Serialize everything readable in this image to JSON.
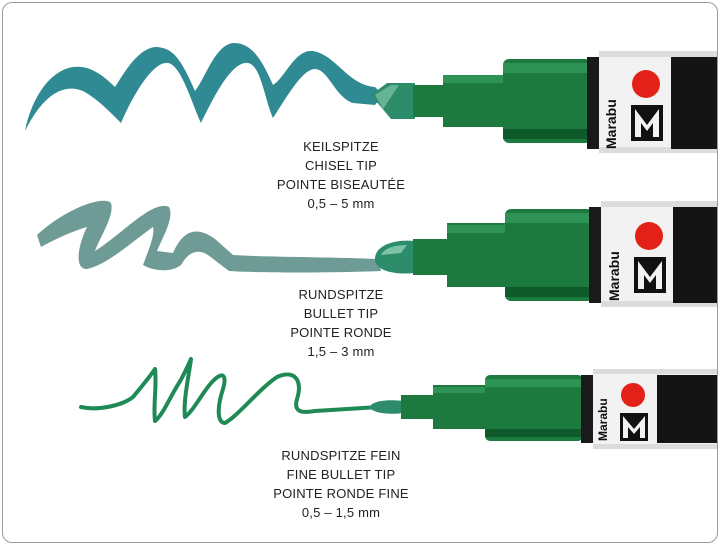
{
  "brand": {
    "name": "Marabu"
  },
  "colors": {
    "teal_stroke": "#2f8a93",
    "sage_stroke": "#5f9a93",
    "green_stroke": "#1f8a55",
    "pen_body": "#1c7a3e",
    "pen_body_dark": "#0e5a2a",
    "label_red": "#e32119"
  },
  "markers": [
    {
      "tip_type": "chisel",
      "lines": [
        "KEILSPITZE",
        "CHISEL TIP",
        "POINTE BISEAUTÉE",
        "0,5 – 5 mm"
      ]
    },
    {
      "tip_type": "bullet",
      "lines": [
        "RUNDSPITZE",
        "BULLET TIP",
        "POINTE RONDE",
        "1,5 – 3 mm"
      ]
    },
    {
      "tip_type": "fine-bullet",
      "lines": [
        "RUNDSPITZE FEIN",
        "FINE BULLET TIP",
        "POINTE RONDE FINE",
        "0,5 – 1,5 mm"
      ]
    }
  ]
}
